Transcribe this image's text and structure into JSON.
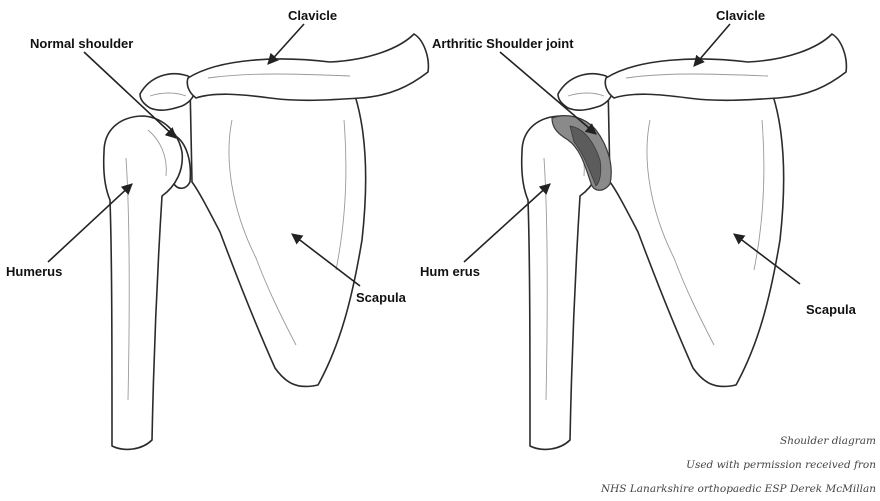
{
  "left_panel": {
    "labels": {
      "clavicle": "Clavicle",
      "joint": "Normal shoulder",
      "humerus": "Humerus",
      "scapula": "Scapula"
    }
  },
  "right_panel": {
    "labels": {
      "clavicle": "Clavicle",
      "joint": "Arthritic Shoulder joint",
      "humerus": "Hum erus",
      "scapula": "Scapula"
    },
    "arthritis_color": "#8a8a8a"
  },
  "credit": {
    "line1": "Shoulder diagram",
    "line2": "Used with permission received fron",
    "line3": "NHS Lanarkshire orthopaedic ESP Derek McMillan"
  },
  "colors": {
    "outline": "#2b2b2b",
    "text": "#111111"
  }
}
